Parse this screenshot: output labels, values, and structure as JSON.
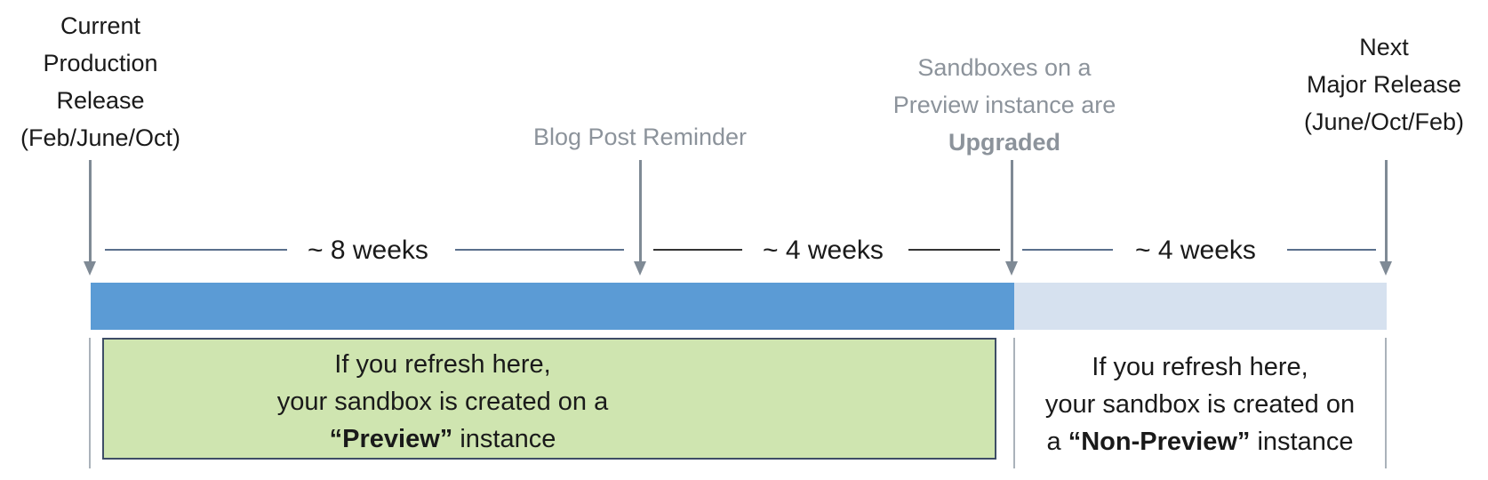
{
  "milestones": {
    "current": {
      "line1": "Current",
      "line2": "Production",
      "line3": "Release",
      "line4": "(Feb/June/Oct)"
    },
    "blog": {
      "line1": "Blog Post Reminder"
    },
    "upgrade": {
      "line1": "Sandboxes on a",
      "line2": "Preview instance are",
      "line3": "Upgraded"
    },
    "next": {
      "line1": "Next",
      "line2": "Major Release",
      "line3": "(June/Oct/Feb)"
    }
  },
  "durations": {
    "first": "~ 8 weeks",
    "second": "~ 4 weeks",
    "third": "~ 4 weeks"
  },
  "preview_box": {
    "line1": "If you refresh here,",
    "line2": "your sandbox is created on a",
    "line3_bold": "“Preview”",
    "line3_rest": " instance"
  },
  "nonpreview_box": {
    "line1": "If you refresh here,",
    "line2": "your sandbox is created on",
    "line3_pre": "a ",
    "line3_bold": "“Non-Preview”",
    "line3_rest": " instance"
  },
  "colors": {
    "timeline_preview": "#5b9bd5",
    "timeline_nonpreview": "#d6e1ef",
    "preview_box_fill": "#cfe5b0",
    "arrow": "#7f8a95",
    "muted_text": "#8c939b"
  }
}
